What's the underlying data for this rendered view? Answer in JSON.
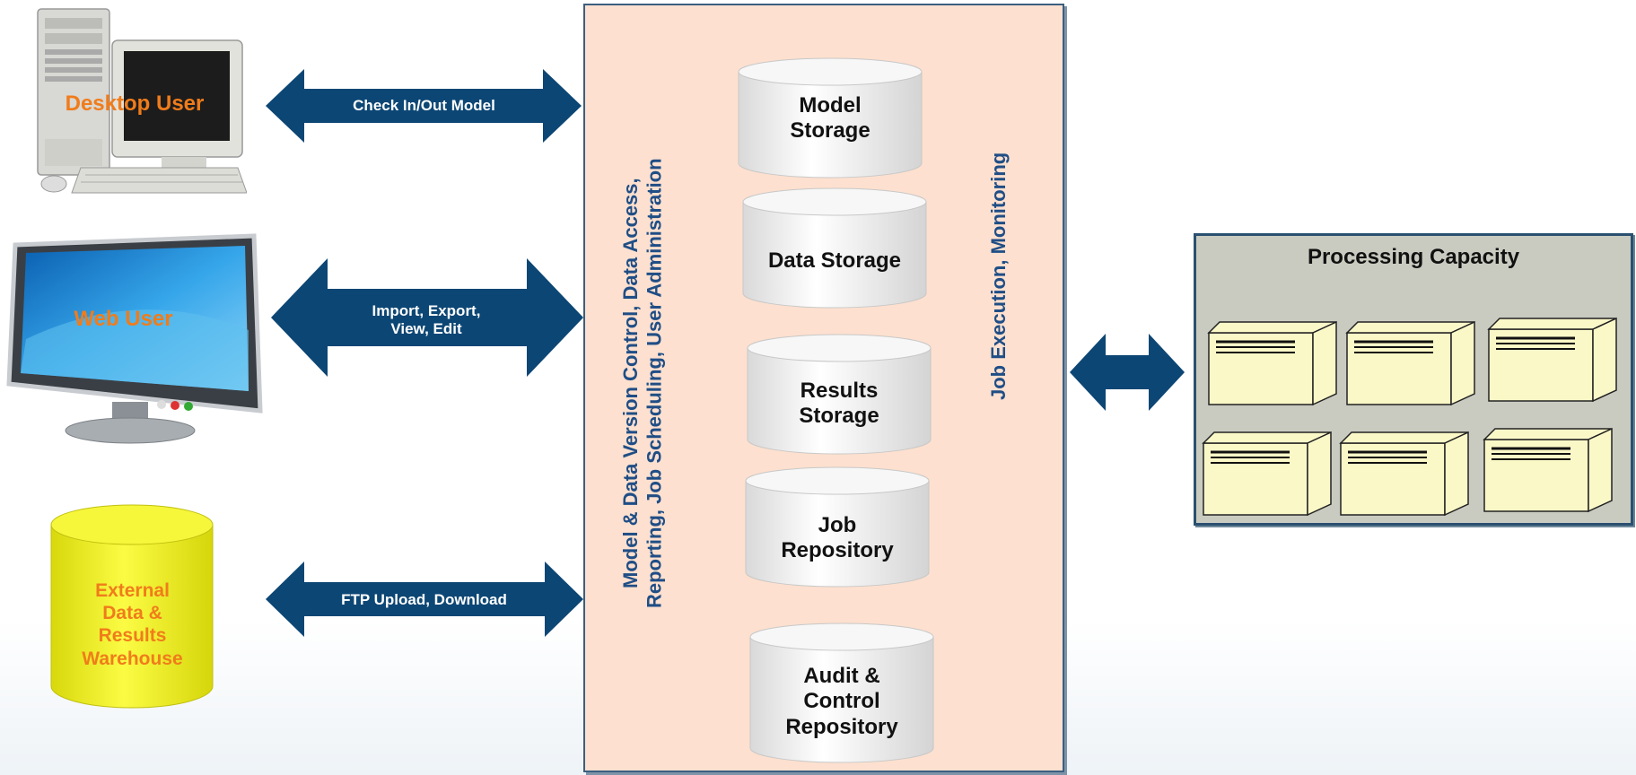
{
  "left_nodes": {
    "desktop_user": "Desktop User",
    "web_user": "Web User",
    "warehouse": "External\nData &\nResults\nWarehouse"
  },
  "arrows": {
    "check_in_out": "Check In/Out Model",
    "import_export": "Import, Export,\nView, Edit",
    "ftp": "FTP Upload, Download"
  },
  "center": {
    "vertical_text_1": "Model & Data Version Control, Data Access,\nReporting, Job Scheduling, User Administration",
    "vertical_text_2": "Job Execution, Monitoring",
    "storages": [
      {
        "label": "Model\nStorage"
      },
      {
        "label": "Data Storage"
      },
      {
        "label": "Results\nStorage"
      },
      {
        "label": "Job\nRepository"
      },
      {
        "label": "Audit &\nControl\nRepository"
      }
    ]
  },
  "capacity": {
    "title": "Processing Capacity",
    "server_count": 6
  },
  "colors": {
    "arrow": "#0c4674",
    "panel_fill": "#fde0cf",
    "label_orange": "#f07c1b",
    "vertical_text": "#1f4e86",
    "server_fill": "#fbf8c8",
    "warehouse_fill": "#f2f20e"
  }
}
